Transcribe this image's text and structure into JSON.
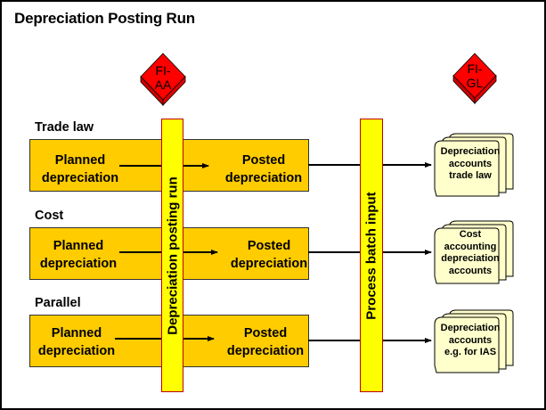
{
  "title": "Depreciation Posting Run",
  "modules": {
    "left": "FI-\nAA",
    "left_line1": "FI-",
    "left_line2": "AA",
    "right_line1": "FI-",
    "right_line2": "GL"
  },
  "bars": {
    "posting_run": "Depreciation posting run",
    "batch_input": "Process batch input"
  },
  "rows": [
    {
      "label": "Trade law",
      "planned_line1": "Planned",
      "planned_line2": "depreciation",
      "posted_line1": "Posted",
      "posted_line2": "depreciation",
      "doc_lines": [
        "Depreciation",
        "accounts",
        "trade law"
      ]
    },
    {
      "label": "Cost",
      "planned_line1": "Planned",
      "planned_line2": "depreciation",
      "posted_line1": "Posted",
      "posted_line2": "depreciation",
      "doc_lines": [
        "Cost",
        "accounting",
        "depreciation",
        "accounts"
      ]
    },
    {
      "label": "Parallel",
      "planned_line1": "Planned",
      "planned_line2": "depreciation",
      "posted_line1": "Posted",
      "posted_line2": "depreciation",
      "doc_lines": [
        "Depreciation",
        "accounts",
        "e.g. for IAS"
      ]
    }
  ],
  "colors": {
    "box_fill": "#FFCC00",
    "bar_fill": "#FFFF00",
    "bar_border": "#C00000",
    "cube_red": "#FF0000",
    "doc_fill": "#FFFFCC"
  }
}
